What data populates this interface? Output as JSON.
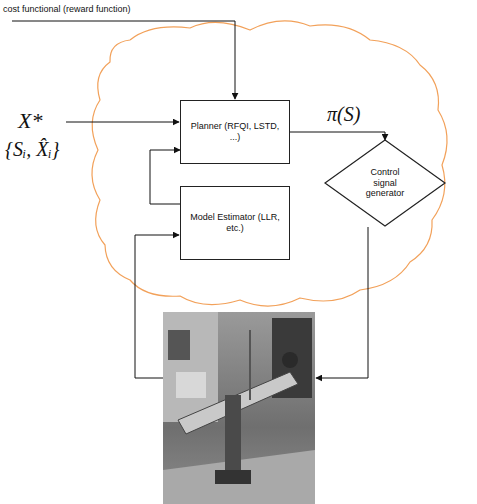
{
  "diagram": {
    "nodes": [
      {
        "text": [
          "Planner (RFQI, LSTD, ...)"
        ]
      },
      {
        "text": [
          "Model Estimator (LLR, etc.)"
        ]
      },
      {
        "text": [
          "Control signal generator"
        ]
      }
    ],
    "edges": [
      {
        "from": 0,
        "to": 2,
        "label": "π(S)",
        "arrow": "to"
      },
      {
        "from": 1,
        "to": 0,
        "arrow": "to"
      }
    ],
    "labels": [
      "cost functional (reward function)",
      "X*",
      "{Sᵢ, X̂ᵢ}"
    ]
  }
}
